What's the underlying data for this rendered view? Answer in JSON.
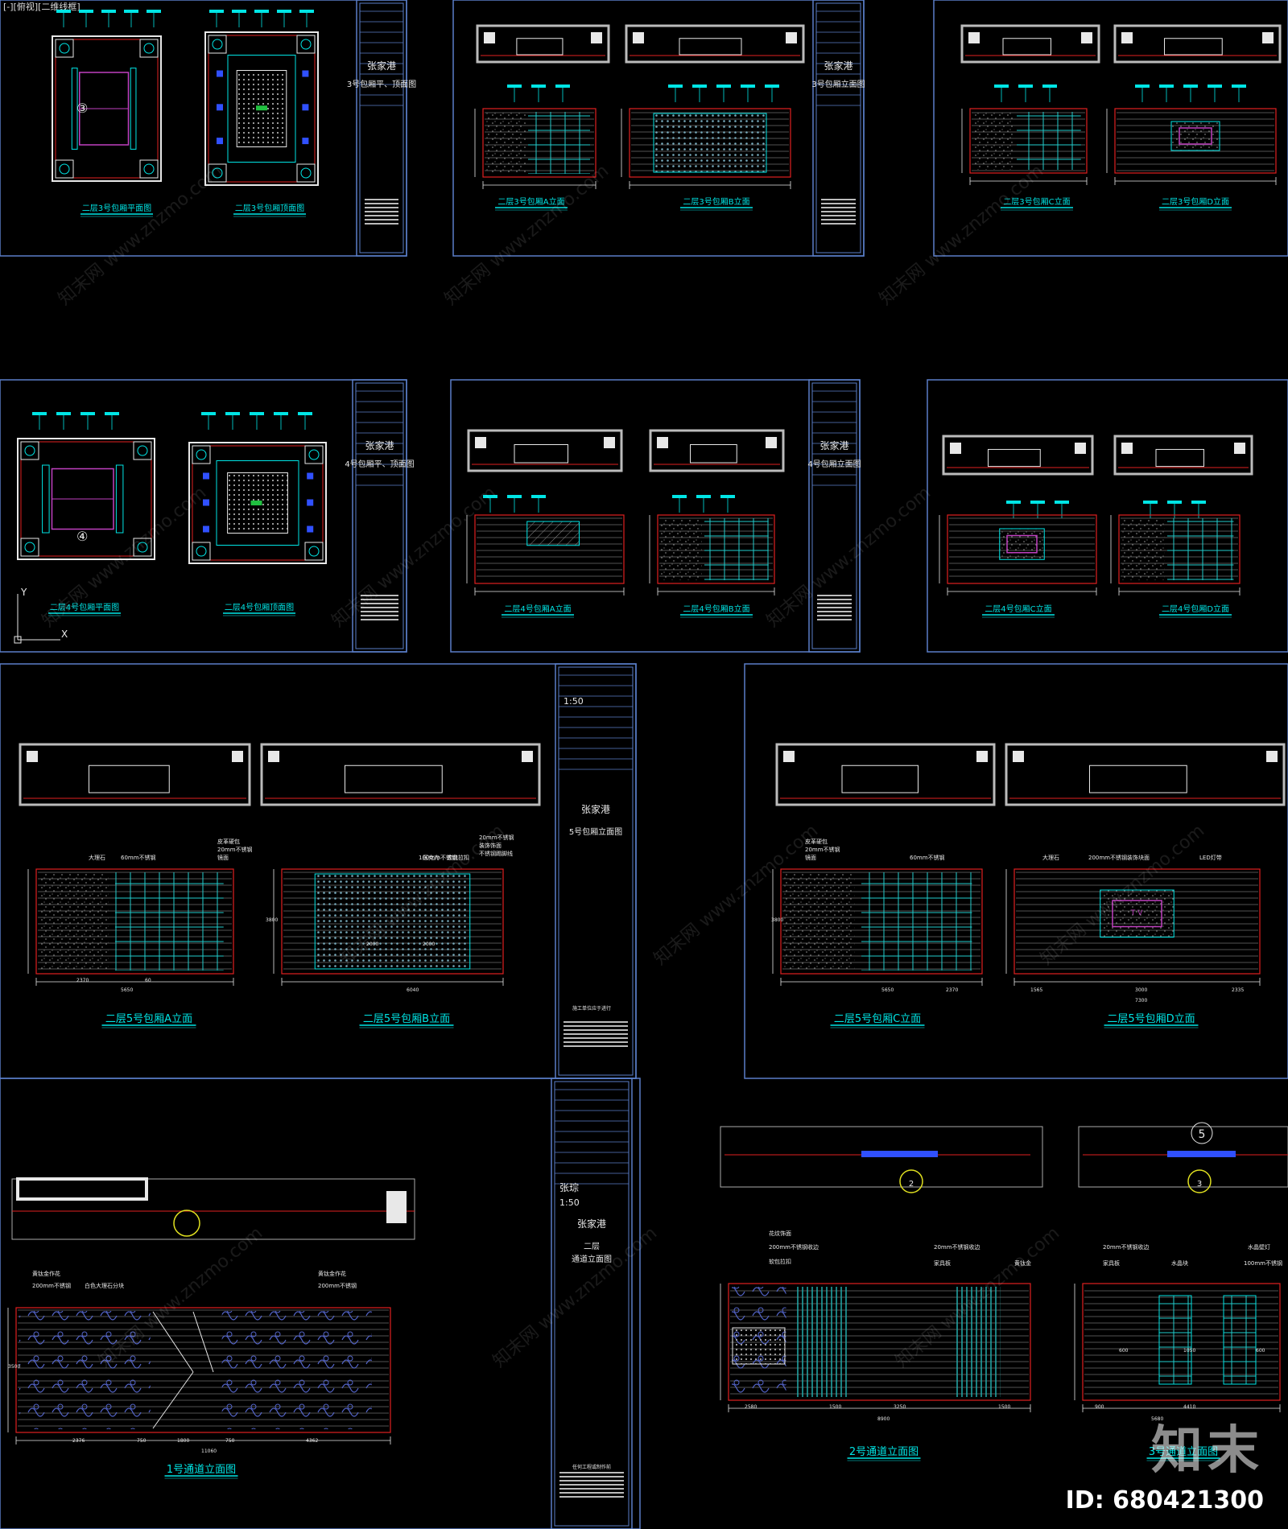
{
  "app": {
    "viewport_label": "[-][俯视][二维线框]"
  },
  "sheets": [
    {
      "id": "s1",
      "titles": [
        "二层3号包厢平面图",
        "二层3号包厢顶面图"
      ],
      "tb": {
        "scale": "",
        "designer": "",
        "project": "张家港",
        "sheet": "3号包厢平、顶面图"
      }
    },
    {
      "id": "s2",
      "titles": [
        "二层3号包厢A立面",
        "二层3号包厢B立面"
      ],
      "tb": {
        "project": "张家港",
        "sheet": "3号包厢立面图"
      }
    },
    {
      "id": "s3",
      "titles": [
        "二层3号包厢C立面",
        "二层3号包厢D立面"
      ]
    },
    {
      "id": "s4",
      "titles": [
        "二层4号包厢平面图",
        "二层4号包厢顶面图"
      ],
      "tb": {
        "project": "张家港",
        "sheet": "4号包厢平、顶面图"
      }
    },
    {
      "id": "s5",
      "titles": [
        "二层4号包厢A立面",
        "二层4号包厢B立面"
      ],
      "tb": {
        "project": "张家港",
        "sheet": "4号包厢立面图"
      }
    },
    {
      "id": "s6",
      "titles": [
        "二层4号包厢C立面",
        "二层4号包厢D立面"
      ]
    },
    {
      "id": "s7",
      "titles": [
        "二层5号包厢A立面",
        "二层5号包厢B立面"
      ],
      "tb": {
        "scale": "1:50",
        "project": "张家港",
        "sheet": "5号包厢立面图"
      },
      "labels": [
        "大理石",
        "60mm不锈钢",
        "皮革硬包",
        "20mm不锈钢",
        "镜面",
        "100mm不锈钢",
        "压克力",
        "软包拉扣",
        "20mm不锈钢",
        "装饰饰面",
        "不锈钢踢脚线"
      ],
      "dims": [
        "2370",
        "60",
        "3800",
        "5650",
        "6040",
        "2000",
        "2000"
      ]
    },
    {
      "id": "s8",
      "titles": [
        "二层5号包厢C立面",
        "二层5号包厢D立面"
      ],
      "labels": [
        "皮革硬包",
        "20mm不锈钢",
        "镜面",
        "60mm不锈钢",
        "大理石",
        "200mm不锈钢",
        "装饰块面",
        "LED灯带"
      ],
      "dims": [
        "3800",
        "5650",
        "2370",
        "1565",
        "3000",
        "2335",
        "7300"
      ],
      "tv": "T V"
    },
    {
      "id": "s9",
      "titles": [
        "1号通道立面图"
      ],
      "tb": {
        "designer": "张琮",
        "scale": "1:50",
        "project": "张家港",
        "sheet": "二层\n通道立面图"
      },
      "labels": [
        "黄钛金作花",
        "200mm不锈钢",
        "白色大理石分块",
        "黄钛金作花",
        "200mm不锈钢"
      ],
      "dims": [
        "2376",
        "750",
        "1800",
        "750",
        "4362",
        "11060",
        "3500"
      ]
    },
    {
      "id": "s10",
      "titles": [
        "2号通道立面图",
        "3号通道立面图"
      ],
      "labels": [
        "花纹饰面",
        "200mm不锈钢收边",
        "软包拉扣",
        "20mm不锈钢收边",
        "家具板",
        "黄钛金",
        "20mm不锈钢收边",
        "家具板",
        "水晶块",
        "水晶壁灯",
        "100mm不锈钢"
      ],
      "dims": [
        "2580",
        "1500",
        "3250",
        "1500",
        "8900",
        "900",
        "4410",
        "5680",
        "600",
        "1050",
        "600"
      ],
      "markers": [
        "5",
        "2",
        "3"
      ]
    }
  ],
  "note_text": "施工单位应于进行任何工程或制作前先核实现场及图纸尺寸，如有差异应通知设计方，不得擅自按比例量度图纸尺寸。",
  "watermark": {
    "logo": "知末",
    "id": "ID: 680421300",
    "site": "知末网 www.znzmo.com"
  },
  "axes": {
    "y": "Y",
    "x": "X"
  },
  "colors": {
    "cyan": "#00e5e5",
    "white": "#e8e8e8",
    "red": "#e02020",
    "blue": "#3050ff",
    "frame": "#5a7ec8",
    "magenta": "#c040c0",
    "green": "#20c040",
    "yellow": "#e0e020"
  }
}
